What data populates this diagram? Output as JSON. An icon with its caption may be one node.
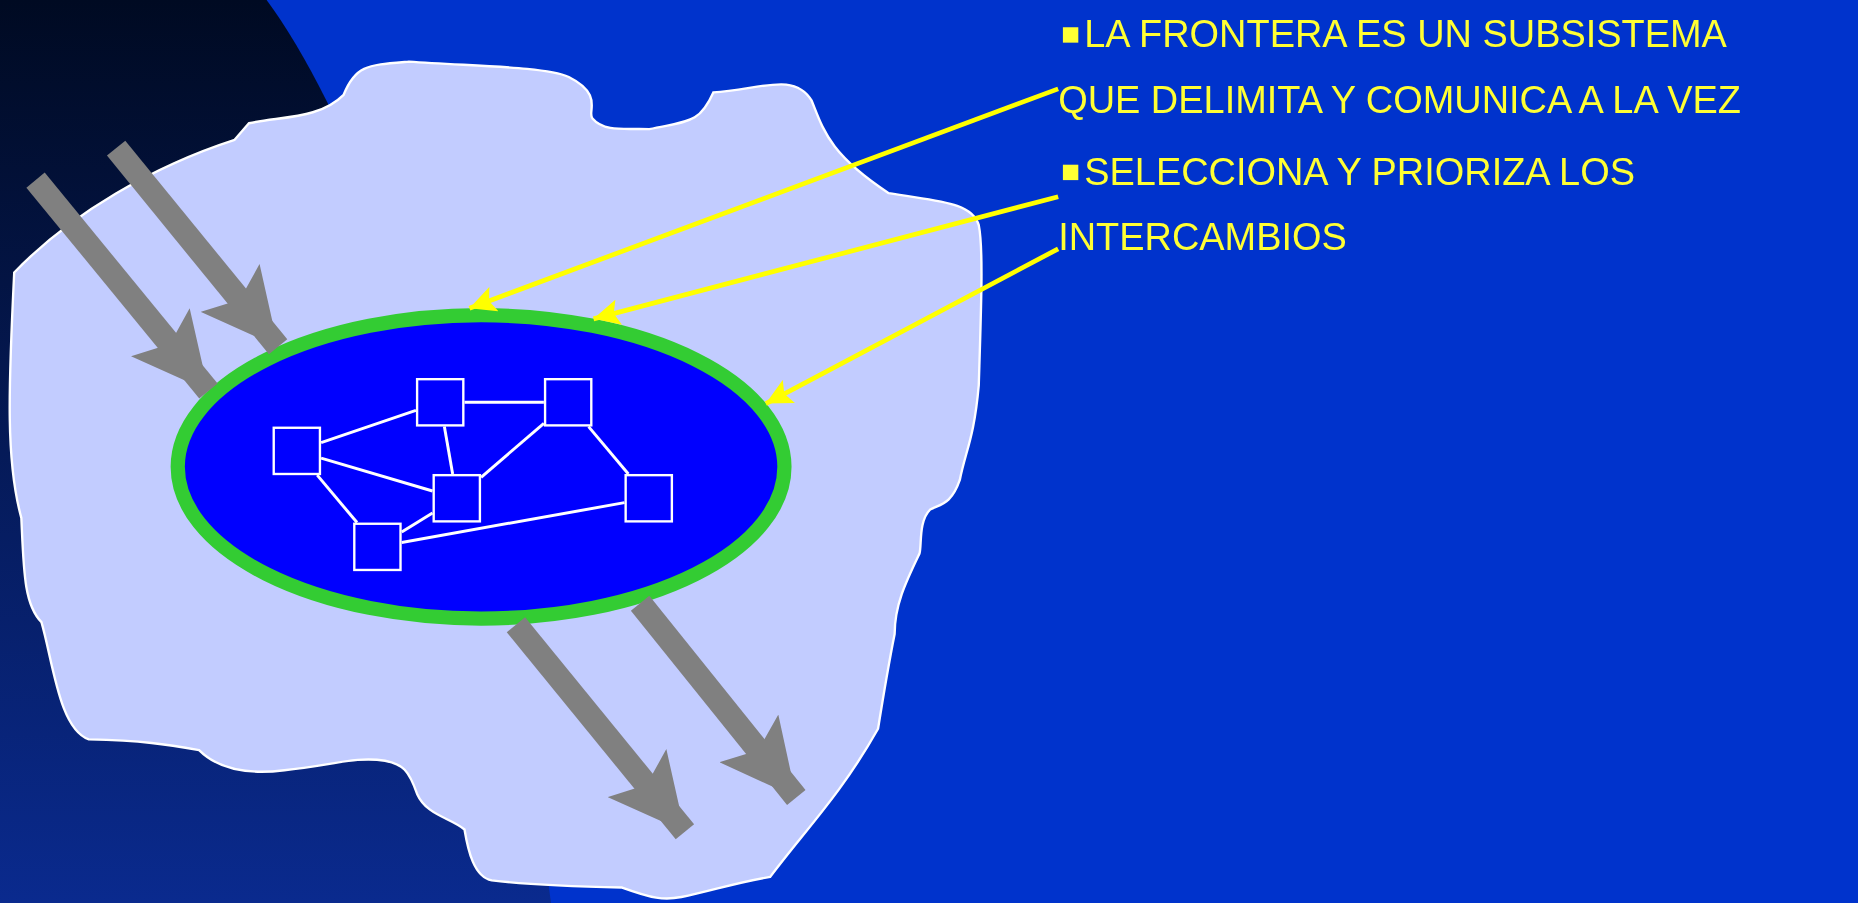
{
  "diagram": {
    "nodes": [
      {
        "text": [],
        "shape": "cloud"
      },
      {
        "text": [],
        "shape": "ellipse",
        "in": 0
      },
      {
        "text": [],
        "shape": "box",
        "in": 1
      },
      {
        "text": [],
        "shape": "box",
        "in": 1
      },
      {
        "text": [],
        "shape": "box",
        "in": 1
      },
      {
        "text": [],
        "shape": "box",
        "in": 1
      },
      {
        "text": [],
        "shape": "box",
        "in": 1
      },
      {
        "text": [],
        "shape": "box",
        "in": 1
      },
      {
        "text": [
          "LA FRONTERA ES UN SUBSISTEMA QUE DELIMITA Y COMUNICA A LA VEZ"
        ]
      },
      {
        "text": [
          "SELECCIONA Y PRIORIZA LOS INTERCAMBIOS"
        ]
      }
    ],
    "edges": [
      {
        "from": 8,
        "to": 1,
        "arrow": "to",
        "color": "#ffff00"
      },
      {
        "from": 9,
        "to": 1,
        "arrow": "to",
        "color": "#ffff00"
      },
      {
        "from": 9,
        "to": 1,
        "arrow": "to",
        "color": "#ffff00"
      },
      {
        "from": null,
        "to": 1,
        "arrow": "to",
        "style": "thick",
        "color": "#808080"
      },
      {
        "from": null,
        "to": 1,
        "arrow": "to",
        "style": "thick",
        "color": "#808080"
      },
      {
        "from": 1,
        "to": null,
        "arrow": "to",
        "style": "thick",
        "color": "#808080"
      },
      {
        "from": 1,
        "to": null,
        "arrow": "to",
        "style": "thick",
        "color": "#808080"
      },
      {
        "from": 4,
        "to": 2,
        "arrow": "none"
      },
      {
        "from": 2,
        "to": 3,
        "arrow": "none"
      },
      {
        "from": 4,
        "to": 5,
        "arrow": "none"
      },
      {
        "from": 4,
        "to": 7,
        "arrow": "none"
      },
      {
        "from": 2,
        "to": 5,
        "arrow": "none"
      },
      {
        "from": 3,
        "to": 5,
        "arrow": "none"
      },
      {
        "from": 3,
        "to": 6,
        "arrow": "none"
      },
      {
        "from": 5,
        "to": 7,
        "arrow": "none"
      },
      {
        "from": 7,
        "to": 6,
        "arrow": "none"
      }
    ]
  }
}
